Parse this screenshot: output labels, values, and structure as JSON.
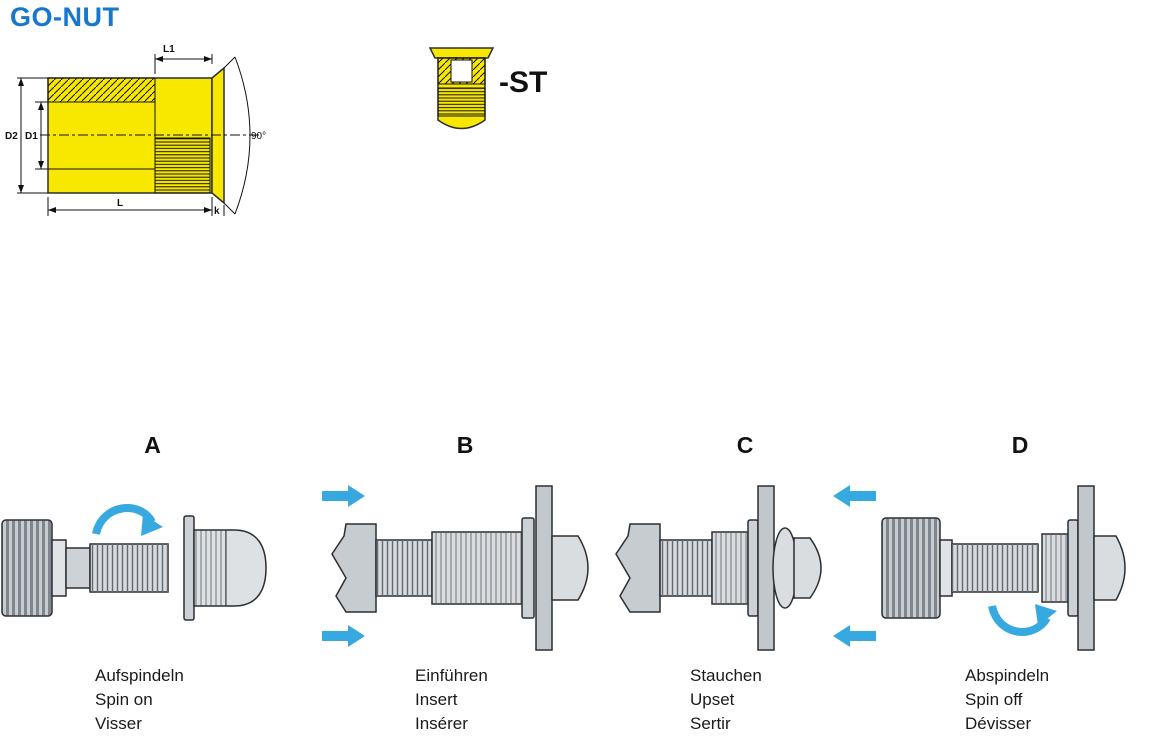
{
  "header": {
    "title": "GO-NUT"
  },
  "product": {
    "variant_suffix": "-ST"
  },
  "technical_drawing": {
    "dim_l1": "L1",
    "dim_d2": "D2",
    "dim_d1": "D1",
    "dim_l": "L",
    "dim_k": "k",
    "angle_label": "90°"
  },
  "steps": [
    {
      "letter": "A",
      "caption": [
        "Aufspindeln",
        "Spin on",
        "Visser"
      ]
    },
    {
      "letter": "B",
      "caption": [
        "Einführen",
        "Insert",
        "Insérer"
      ]
    },
    {
      "letter": "C",
      "caption": [
        "Stauchen",
        "Upset",
        "Sertir"
      ]
    },
    {
      "letter": "D",
      "caption": [
        "Abspindeln",
        "Spin off",
        "Dévisser"
      ]
    }
  ],
  "colors": {
    "title_blue": "#1577cd",
    "nut_yellow": "#f8e800",
    "arrow_blue": "#36a9e1",
    "metal_gray": "#c7ccd1"
  }
}
